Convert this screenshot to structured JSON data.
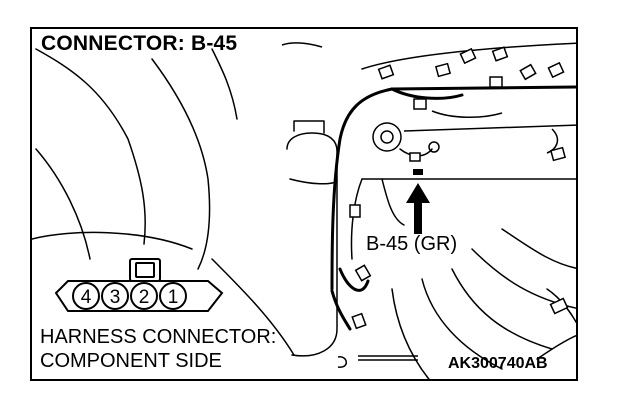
{
  "title": "CONNECTOR: B-45",
  "connector_callout": "B-45 (GR)",
  "pins": [
    "4",
    "3",
    "2",
    "1"
  ],
  "view_label_line1": "HARNESS CONNECTOR:",
  "view_label_line2": "COMPONENT SIDE",
  "figure_code": "AK300740AB"
}
